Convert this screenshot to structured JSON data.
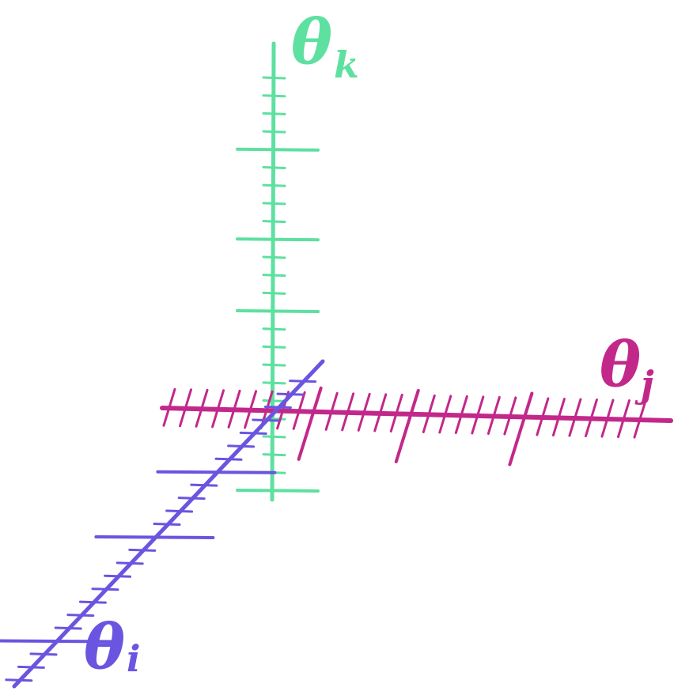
{
  "axes": [
    {
      "id": "k",
      "symbol": "θ",
      "subscript": "k",
      "color": "#5ee0a0",
      "ticks": 24
    },
    {
      "id": "j",
      "symbol": "θ",
      "subscript": "j",
      "color": "#c2288a",
      "ticks": 30
    },
    {
      "id": "i",
      "symbol": "θ",
      "subscript": "i",
      "color": "#6a55e0",
      "ticks": 24
    }
  ]
}
